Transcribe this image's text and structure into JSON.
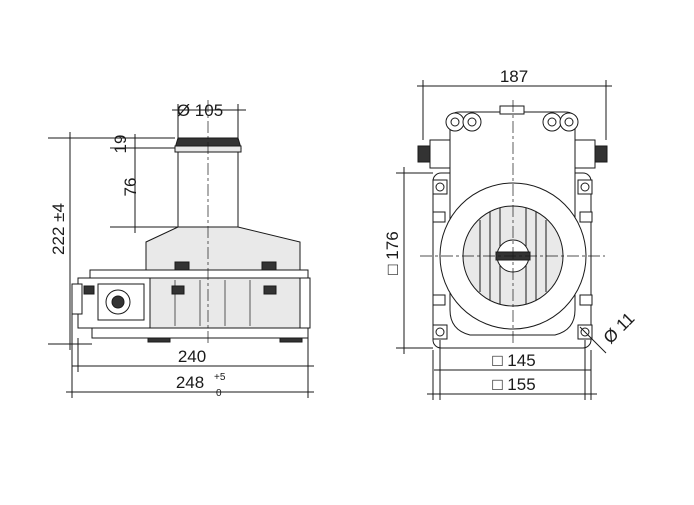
{
  "side_view": {
    "dim_drum_diameter": "Ø 105",
    "dim_top": "19",
    "dim_drum_height": "76",
    "dim_total_height": "222 ±4",
    "dim_base_width": "240",
    "dim_overall_width": "248",
    "dim_tolerance_upper": "+5",
    "dim_tolerance_lower": "0"
  },
  "top_view": {
    "dim_width": "187",
    "dim_height": "□ 176",
    "dim_hole_pitch": "□ 145",
    "dim_flange": "□ 155",
    "dim_hole_diameter": "Ø 11"
  },
  "colors": {
    "line": "#1a1a1a",
    "shade": "#e9e9e9"
  }
}
